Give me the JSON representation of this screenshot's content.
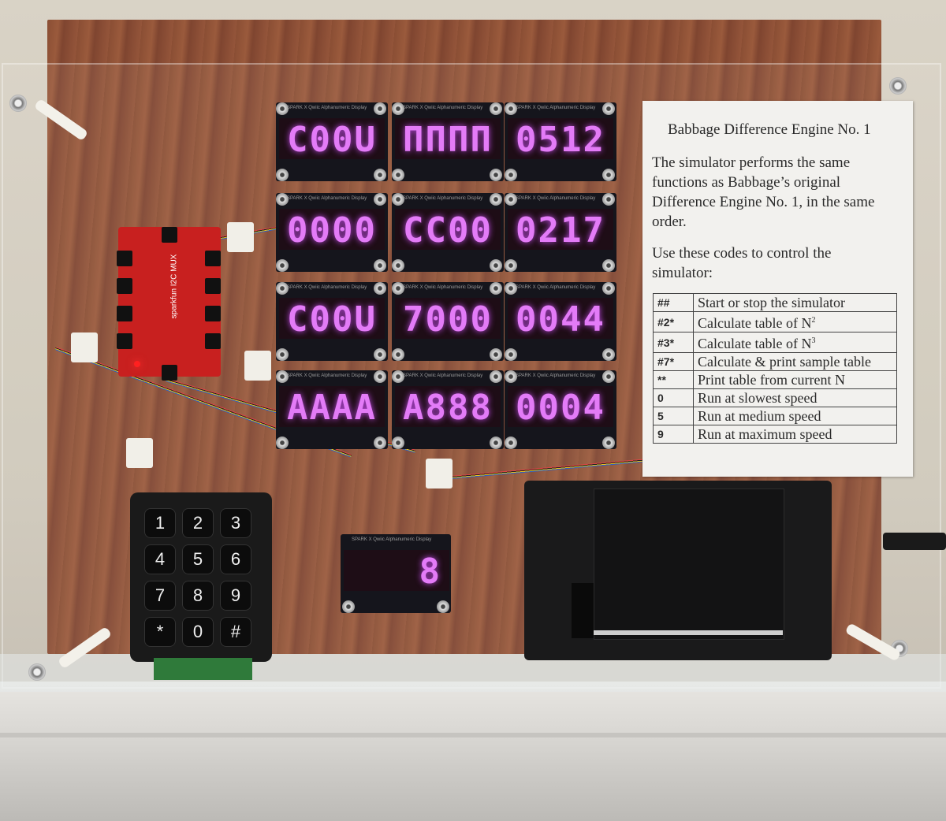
{
  "placard": {
    "title": "Babbage Difference Engine No. 1",
    "intro": "The simulator performs the same functions as Babbage’s original Difference Engine No. 1, in the same order.",
    "codes_intro": "Use these codes to control the simulator:",
    "codes": [
      {
        "code": "##",
        "description": "Start or stop the simulator"
      },
      {
        "code": "#2*",
        "description": "Calculate table of N",
        "sup": "2"
      },
      {
        "code": "#3*",
        "description": "Calculate table of N",
        "sup": "3"
      },
      {
        "code": "#7*",
        "description": "Calculate & print sample table"
      },
      {
        "code": "**",
        "description": "Print table from current N"
      },
      {
        "code": "0",
        "description": "Run at slowest speed"
      },
      {
        "code": "5",
        "description": "Run at medium speed"
      },
      {
        "code": "9",
        "description": "Run at maximum speed"
      }
    ]
  },
  "display_module_label": "SPARK X  Qwiic Alphanumeric Display",
  "displays": [
    [
      "C00U",
      "ΠΠΠΠ",
      "0512"
    ],
    [
      "0000",
      "CC00",
      "0217"
    ],
    [
      "C00U",
      "7000",
      "0044"
    ],
    [
      "AAAA",
      "A888",
      "0004"
    ]
  ],
  "small_display": " 8",
  "mux_label": "sparkfun I2C MUX",
  "keypad": [
    "1",
    "2",
    "3",
    "4",
    "5",
    "6",
    "7",
    "8",
    "9",
    "*",
    "0",
    "#"
  ],
  "colors": {
    "display_glow": "#e37bf7",
    "wood": "#8a4e34",
    "mux_board": "#c8201f"
  }
}
